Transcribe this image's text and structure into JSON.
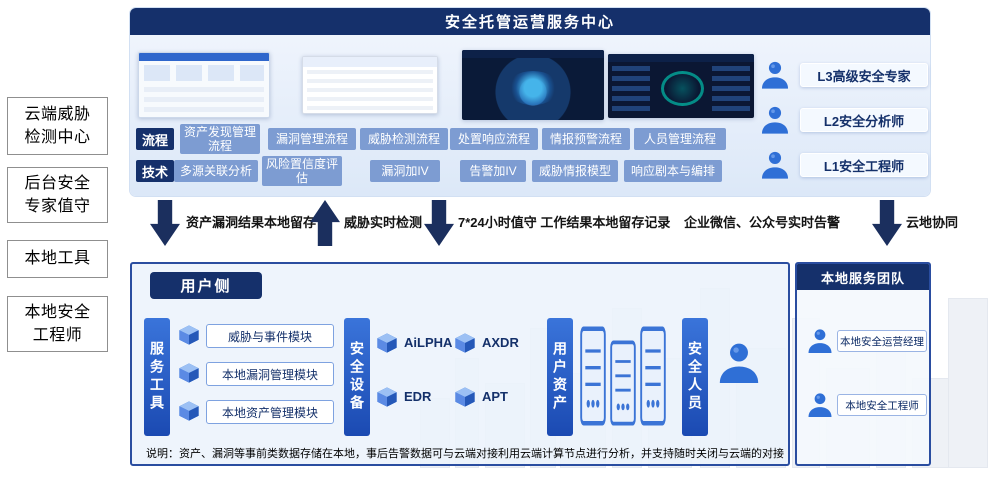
{
  "colors": {
    "navy": "#15306b",
    "panel_blue": "#e9f1fb",
    "item_blue": "#7d9cd2",
    "accent_border": "#2a4da0",
    "arrow_navy": "#1b2f5e",
    "icon_blue": "#2f6fd6"
  },
  "left_labels": [
    "云端威胁\n检测中心",
    "后台安全\n专家值守",
    "本地工具",
    "本地安全\n工程师"
  ],
  "top_panel": {
    "title": "安全托管运营服务中心",
    "process_tag": "流程",
    "process_items": [
      "资产发现管理流程",
      "漏洞管理流程",
      "威胁检测流程",
      "处置响应流程",
      "情报预警流程",
      "人员管理流程"
    ],
    "tech_tag": "技术",
    "tech_items": [
      "多源关联分析",
      "风险置信度评估",
      "漏洞加IV",
      "告警加IV",
      "威胁情报模型",
      "响应剧本与编排"
    ],
    "experts": [
      "L3高级安全专家",
      "L2安全分析师",
      "L1安全工程师"
    ]
  },
  "flow_band": {
    "label_asset": "资产漏洞结果本地留存",
    "label_threat": "威胁实时检测",
    "label_duty": "7*24小时值守  工作结果本地留存记录",
    "label_wechat": "企业微信、公众号实时告警",
    "label_cloud": "云地协同"
  },
  "user_panel": {
    "tab": "用户侧",
    "service_tools": {
      "title": "服务工具",
      "items": [
        "威胁与事件模块",
        "本地漏洞管理模块",
        "本地资产管理模块"
      ]
    },
    "security_devices": {
      "title": "安全设备",
      "items": [
        "AiLPHA",
        "AXDR",
        "EDR",
        "APT"
      ]
    },
    "user_assets": {
      "title": "用户资产"
    },
    "security_staff": {
      "title": "安全人员"
    },
    "note": "说明：资产、漏洞等事前类数据存储在本地，事后告警数据可与云端对接利用云端计算节点进行分析，并支持随时关闭与云端的对接"
  },
  "local_team": {
    "title": "本地服务团队",
    "members": [
      "本地安全运营经理",
      "本地安全工程师"
    ]
  }
}
